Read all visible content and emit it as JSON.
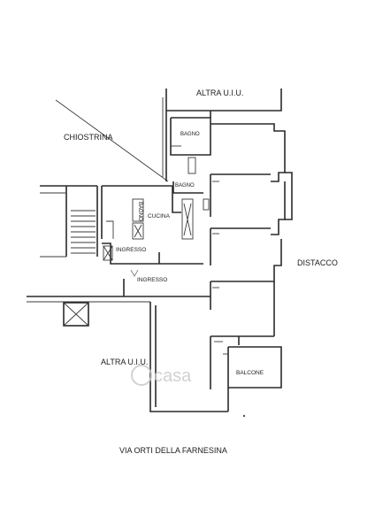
{
  "labels": {
    "altra_uiu_top": "ALTRA U.I.U.",
    "chiostrina": "CHIOSTRINA",
    "bagno_top": "BAGNO",
    "bagno_mid": "BAGNO",
    "bagno_vertical": "BAGNO",
    "cucina": "CUCINA",
    "ingresso_left": "INGRESSO",
    "ingresso_center": "INGRESSO",
    "distacco": "DISTACCO",
    "altra_uiu_bottom": "ALTRA U.I.U.",
    "balcone": "BALCONE",
    "street": "VIA ORTI DELLA FARNESINA"
  },
  "watermark": {
    "text": "casa"
  },
  "colors": {
    "line": "#2a2a2a",
    "text": "#1c1c1c",
    "watermark": "#c9c9c9"
  }
}
